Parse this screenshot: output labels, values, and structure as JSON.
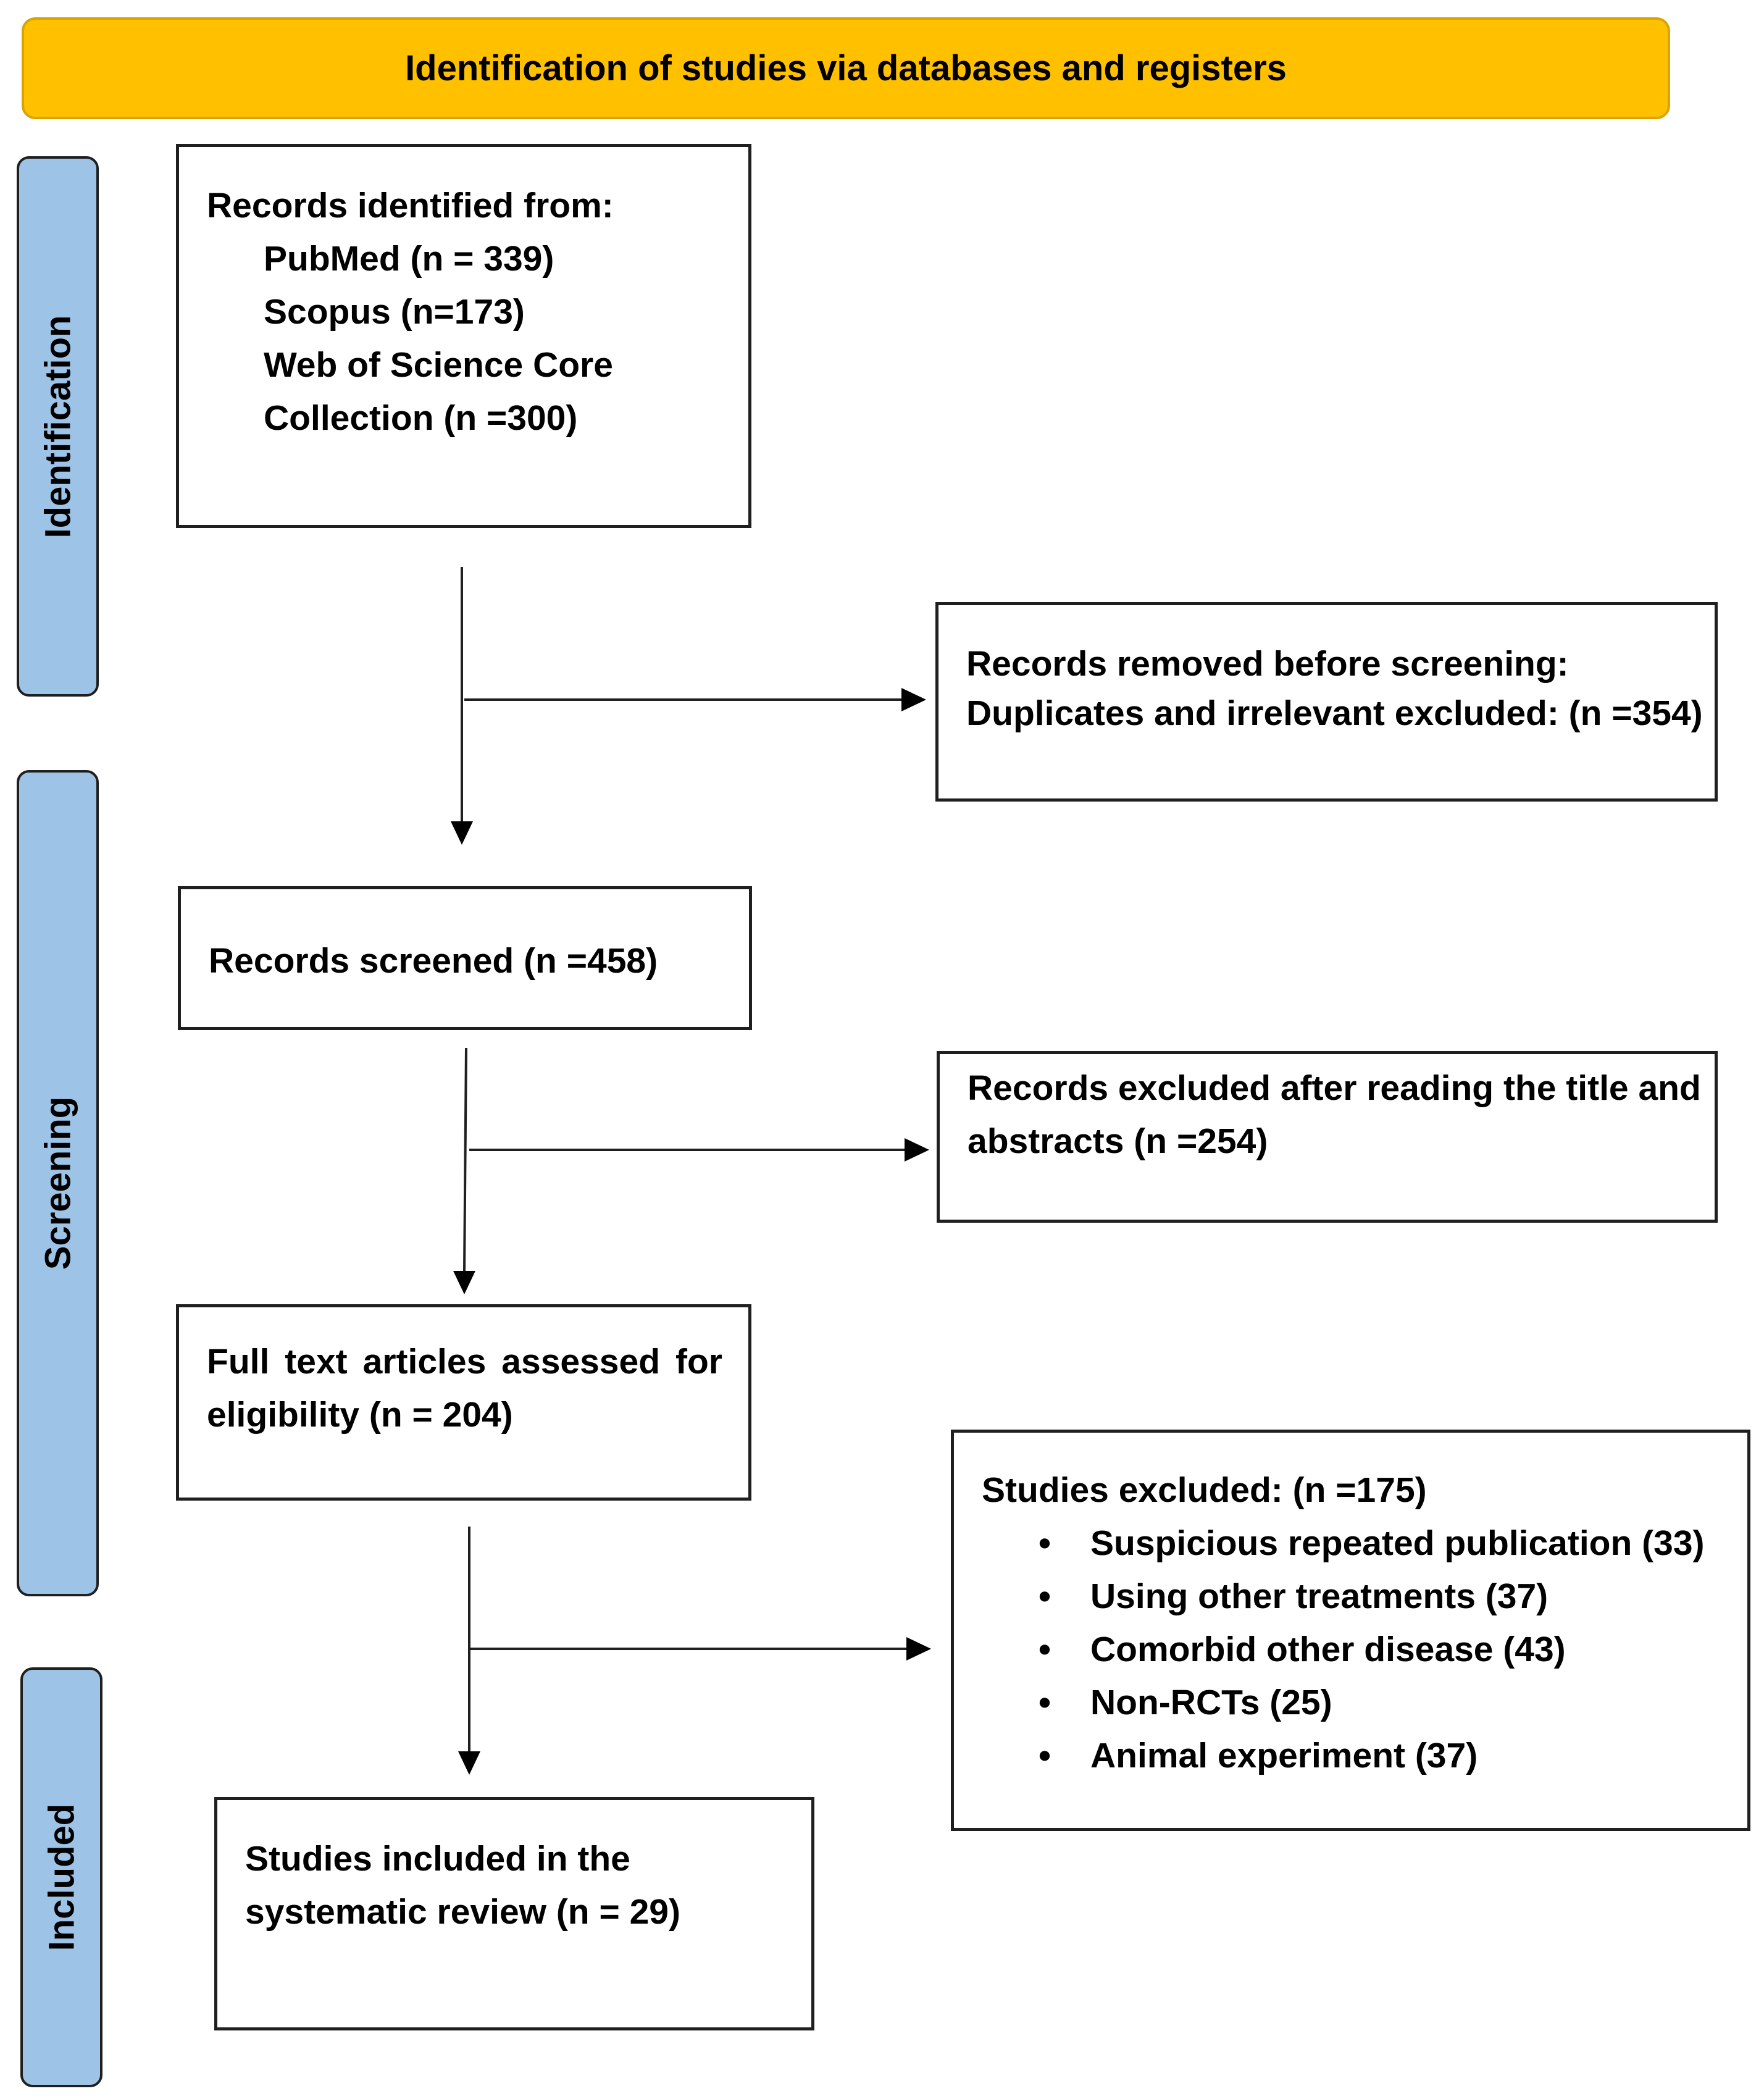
{
  "header": {
    "title": "Identification of studies via databases and registers"
  },
  "stages": {
    "identification": "Identification",
    "screening": "Screening",
    "included": "Included"
  },
  "records_identified": {
    "heading": "Records identified from:",
    "sources": [
      "PubMed (n = 339)",
      "Scopus (n=173)",
      "Web of Science Core",
      "Collection (n =300)"
    ]
  },
  "records_removed": {
    "line1": "Records removed before screening:",
    "line2": "Duplicates and irrelevant excluded: (n =354)"
  },
  "records_screened": {
    "text": "Records screened (n =458)"
  },
  "records_excluded": {
    "line1": "Records excluded after reading the title and",
    "line2": "abstracts (n =254)"
  },
  "full_text": {
    "line1": "Full text articles assessed for",
    "line2": "eligibility (n = 204)"
  },
  "studies_excluded": {
    "heading": "Studies excluded: (n =175)",
    "bullet_symbol": "•",
    "reasons": [
      "Suspicious repeated publication (33)",
      "Using other treatments (37)",
      "Comorbid other disease (43)",
      "Non-RCTs (25)",
      "Animal experiment (37)"
    ]
  },
  "studies_included": {
    "line1": "Studies included in the",
    "line2": "systematic review (n = 29)"
  },
  "colors": {
    "banner": "#FFC000",
    "stage": "#9DC3E6",
    "border": "#1F1F1F"
  }
}
